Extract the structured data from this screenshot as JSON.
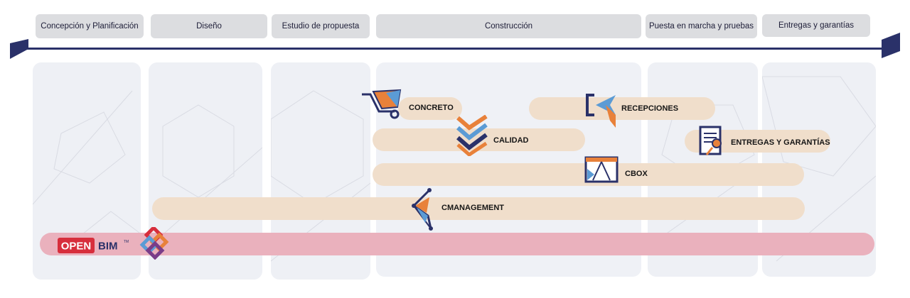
{
  "phases": [
    {
      "id": "concepcion",
      "label": "Concepción y Planificación"
    },
    {
      "id": "diseno",
      "label": "Diseño"
    },
    {
      "id": "estudio",
      "label": "Estudio de propuesta"
    },
    {
      "id": "construccion",
      "label": "Construcción"
    },
    {
      "id": "puesta",
      "label": "Puesta en marcha y pruebas"
    },
    {
      "id": "entregas",
      "label": "Entregas y garantías"
    }
  ],
  "modules": {
    "concreto": {
      "label": "CONCRETO",
      "icon": "wheelbarrow-icon"
    },
    "recepciones": {
      "label": "RECEPCIONES",
      "icon": "bracket-arrow-icon"
    },
    "calidad": {
      "label": "CALIDAD",
      "icon": "chevron-check-icon"
    },
    "entregas": {
      "label": "ENTREGAS  Y GARANTÍAS",
      "icon": "document-key-icon"
    },
    "cbox": {
      "label": "CBOX",
      "icon": "drafting-compass-box-icon"
    },
    "cmanagement": {
      "label": "CMANAGEMENT",
      "icon": "network-nodes-icon"
    }
  },
  "openbim": {
    "logo_text": "OPEN BIM",
    "icon": "interlocking-squares-icon"
  },
  "colors": {
    "navy": "#2a3169",
    "orange": "#e8813a",
    "blue": "#5b9bd5",
    "bar": "#f0decb",
    "openbim_bar": "#eab1bd",
    "openbim_red": "#d72e3c"
  }
}
